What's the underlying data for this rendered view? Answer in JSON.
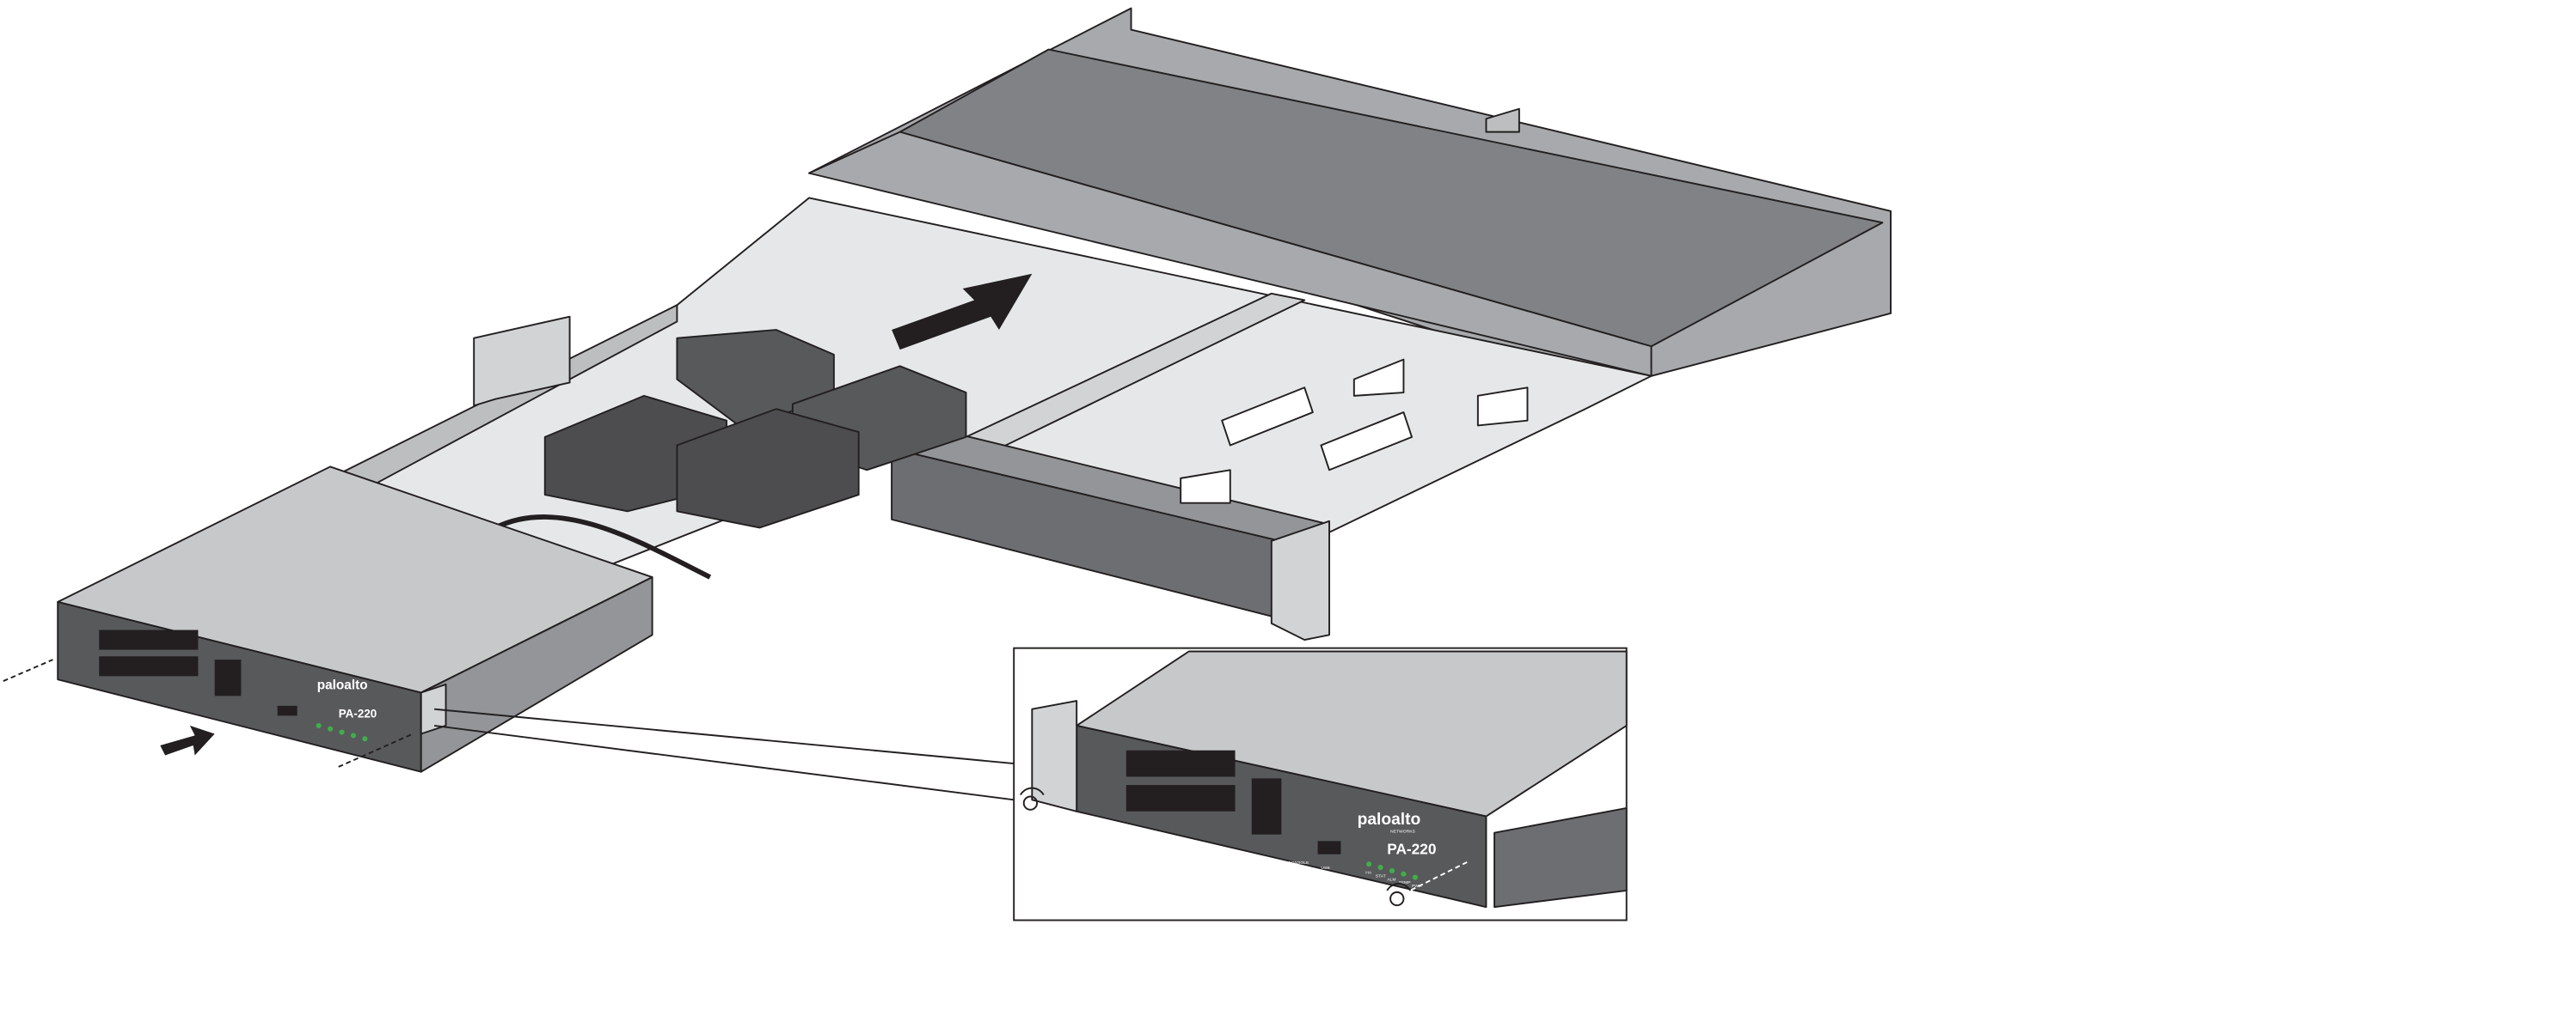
{
  "device": {
    "brand": "paloalto",
    "brand_sub": "NETWORKS",
    "model": "PA-220",
    "port_labels": [
      "CONSOLE",
      "USB"
    ],
    "led_labels": [
      "HA",
      "STAT",
      "ALM",
      "TEMP",
      "PWR"
    ],
    "led_color": "#3fae49"
  },
  "colors": {
    "tray_light": "#e6e7e8",
    "tray_mid": "#a7a9ac",
    "tray_dark": "#808285",
    "brick": "#4d4d4f",
    "device_top": "#c7c8ca",
    "device_front": "#58595b"
  }
}
